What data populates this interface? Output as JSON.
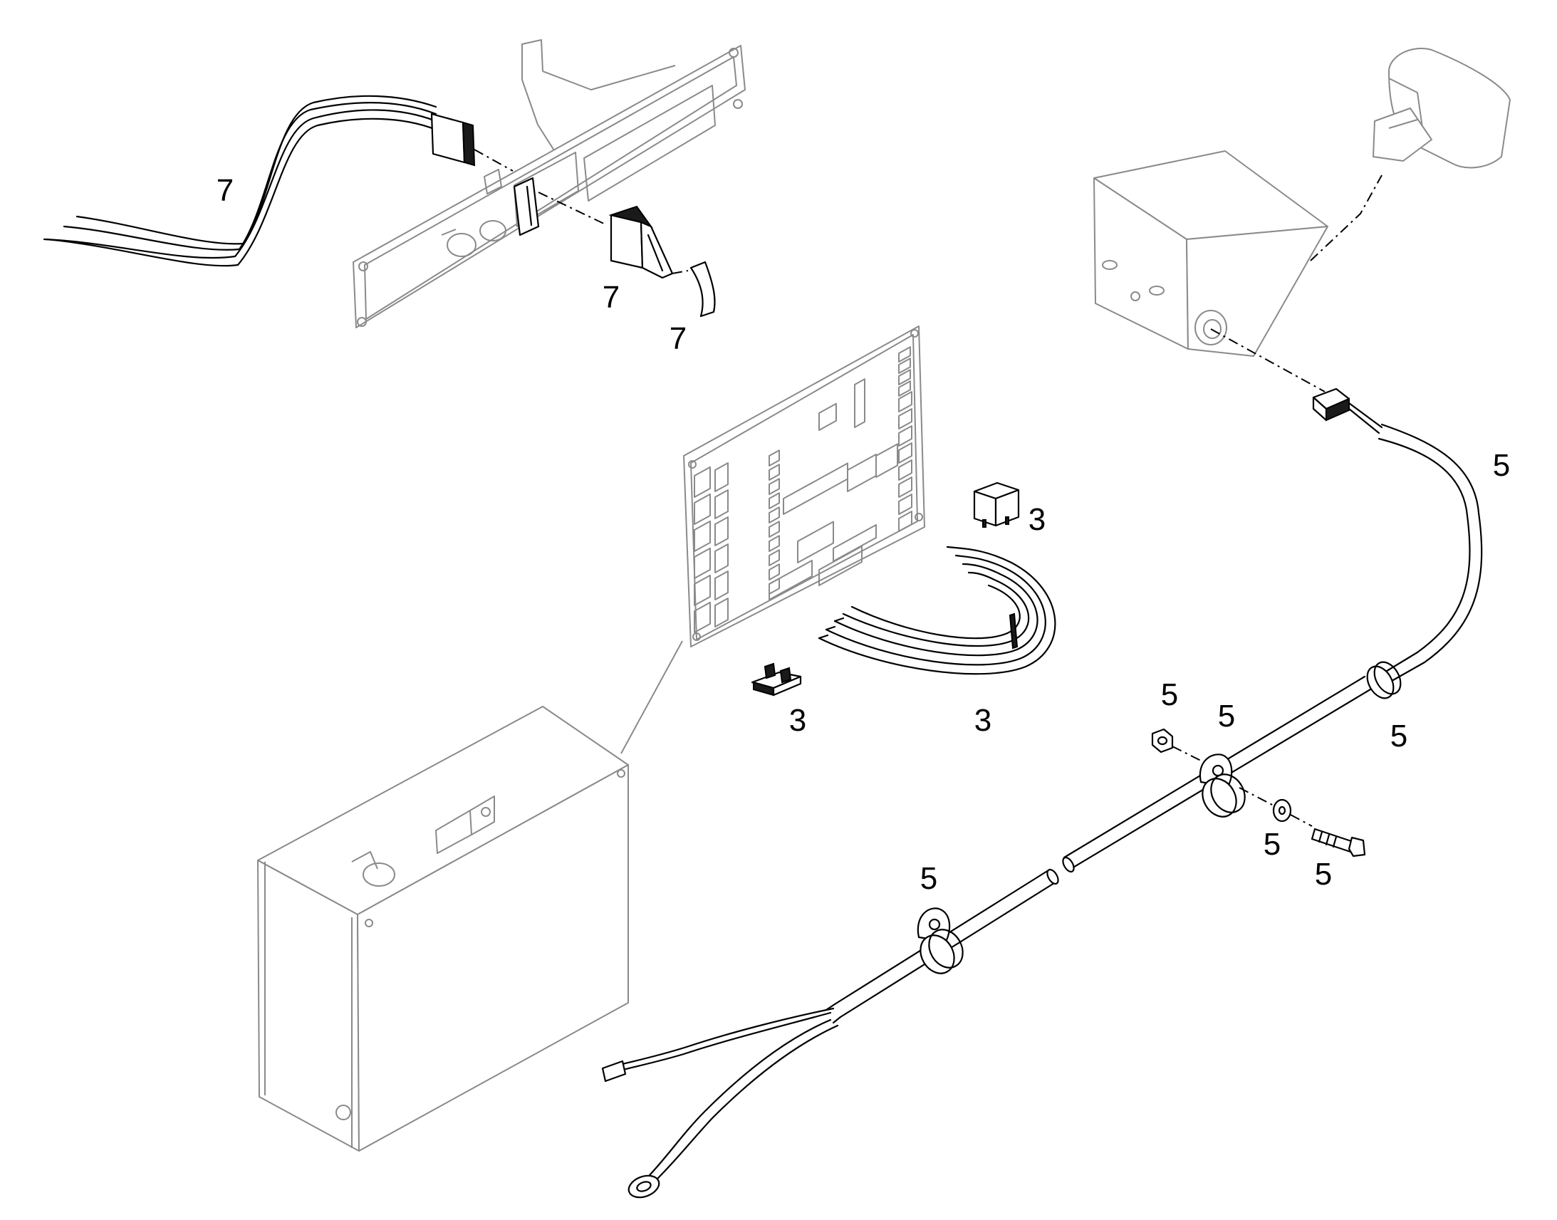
{
  "callouts": [
    {
      "id": "switch-harness",
      "label": "7"
    },
    {
      "id": "rocker-switch",
      "label": "7"
    },
    {
      "id": "switch-lens",
      "label": "7"
    },
    {
      "id": "relay",
      "label": "3"
    },
    {
      "id": "fuse",
      "label": "3"
    },
    {
      "id": "jumper-wires",
      "label": "3"
    },
    {
      "id": "cable-upper",
      "label": "5"
    },
    {
      "id": "nut",
      "label": "5"
    },
    {
      "id": "clamp-upper",
      "label": "5"
    },
    {
      "id": "grommet",
      "label": "5"
    },
    {
      "id": "washer",
      "label": "5"
    },
    {
      "id": "bolt",
      "label": "5"
    },
    {
      "id": "clamp-lower",
      "label": "5"
    }
  ],
  "colors": {
    "line": "#000000",
    "ghost": "#8a8a8a",
    "background": "#ffffff"
  }
}
